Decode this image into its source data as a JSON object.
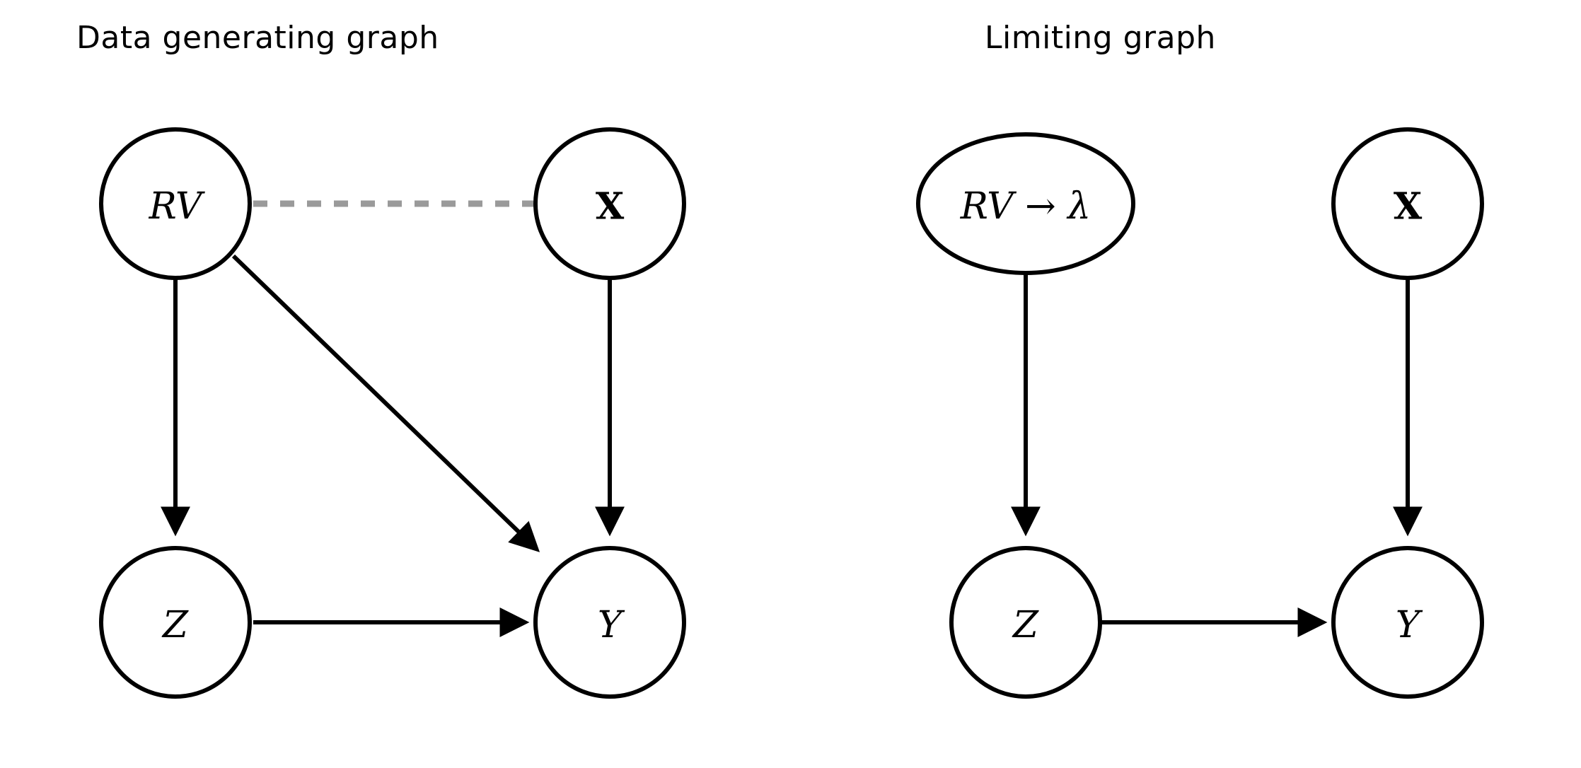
{
  "figure": {
    "background_color": "#ffffff",
    "edge_color": "#000000",
    "dashed_edge_color": "#9a9a9a",
    "node_fill": "#ffffff"
  },
  "panels": {
    "left": {
      "title": "Data generating graph",
      "nodes": {
        "rv": "RV",
        "x": "X",
        "z": "Z",
        "y": "Y"
      },
      "edges": [
        "RV - X (dashed, undirected)",
        "RV -> Z",
        "RV -> Y",
        "X -> Y",
        "Z -> Y"
      ]
    },
    "right": {
      "title": "Limiting graph",
      "nodes": {
        "rv_lambda": "RV → λ",
        "x": "X",
        "z": "Z",
        "y": "Y"
      },
      "edges": [
        "RV -> lambda -> Z",
        "X -> Y",
        "Z -> Y"
      ]
    }
  }
}
